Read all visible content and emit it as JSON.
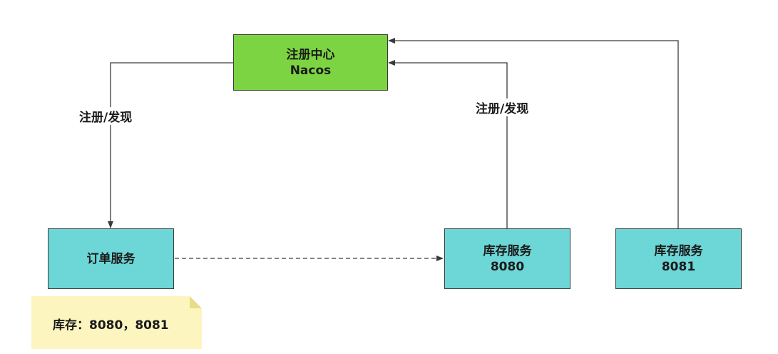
{
  "nodes": {
    "registry": {
      "line1": "注册中心",
      "line2": "Nacos"
    },
    "order_service": {
      "label": "订单服务"
    },
    "inventory_8080": {
      "line1": "库存服务",
      "line2": "8080"
    },
    "inventory_8081": {
      "line1": "库存服务",
      "line2": "8081"
    }
  },
  "edges": {
    "order_label": "注册/发现",
    "inventory_label": "注册/发现"
  },
  "note": {
    "text": "库存：8080，8081"
  },
  "colors": {
    "registry": "#7dd442",
    "service": "#6dd6d6",
    "note": "#fdf5c0",
    "note_fold": "#e8dc8a",
    "line": "#3a3a3a"
  }
}
